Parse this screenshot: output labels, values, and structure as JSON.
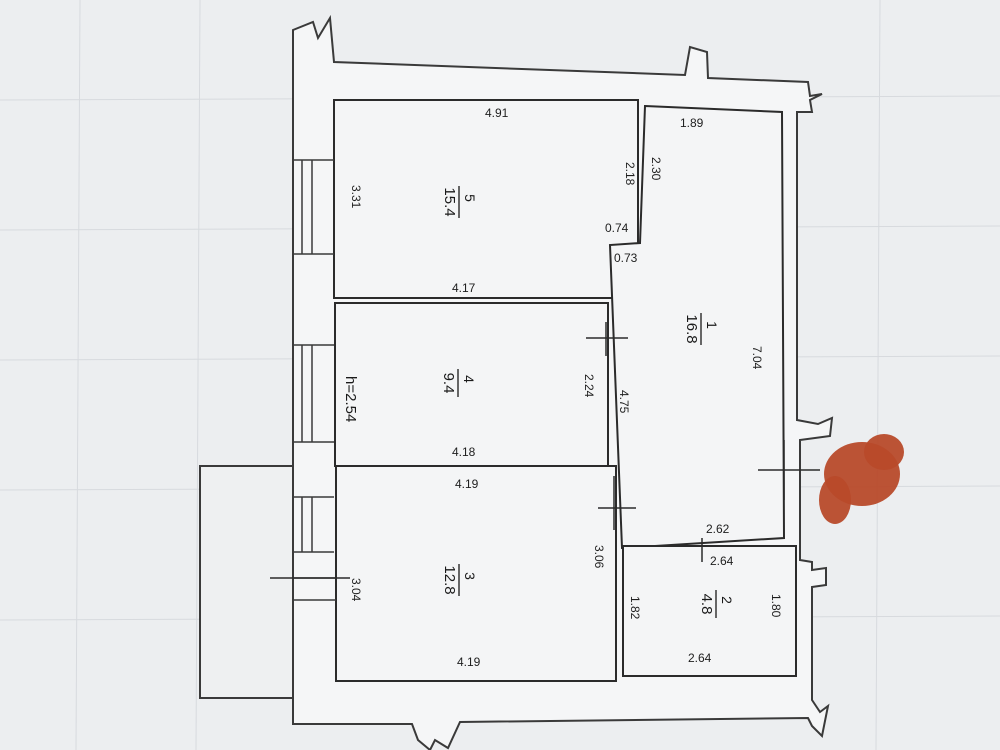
{
  "plan": {
    "ceiling_height": "h=2.54",
    "rooms": [
      {
        "number": "5",
        "area": "15.4"
      },
      {
        "number": "4",
        "area": "9.4"
      },
      {
        "number": "3",
        "area": "12.8"
      },
      {
        "number": "1",
        "area": "16.8"
      },
      {
        "number": "2",
        "area": "4.8"
      }
    ],
    "dimensions": {
      "r5_top": "4.91",
      "r5_left": "3.31",
      "r5_right": "2.18",
      "r5_notch": "0.74",
      "r5_bottom": "4.17",
      "r1_top": "1.89",
      "r1_left_upper": "2.30",
      "r1_notch": "0.73",
      "r1_right": "7.04",
      "r1_left_lower": "4.75",
      "r1_bottom": "2.62",
      "r4_right": "2.24",
      "r4_bottom": "4.18",
      "r3_top": "4.19",
      "r3_right": "3.06",
      "r3_left": "3.04",
      "r3_bottom": "4.19",
      "r2_top": "2.64",
      "r2_left": "1.82",
      "r2_right": "1.80",
      "r2_bottom": "2.64"
    }
  }
}
